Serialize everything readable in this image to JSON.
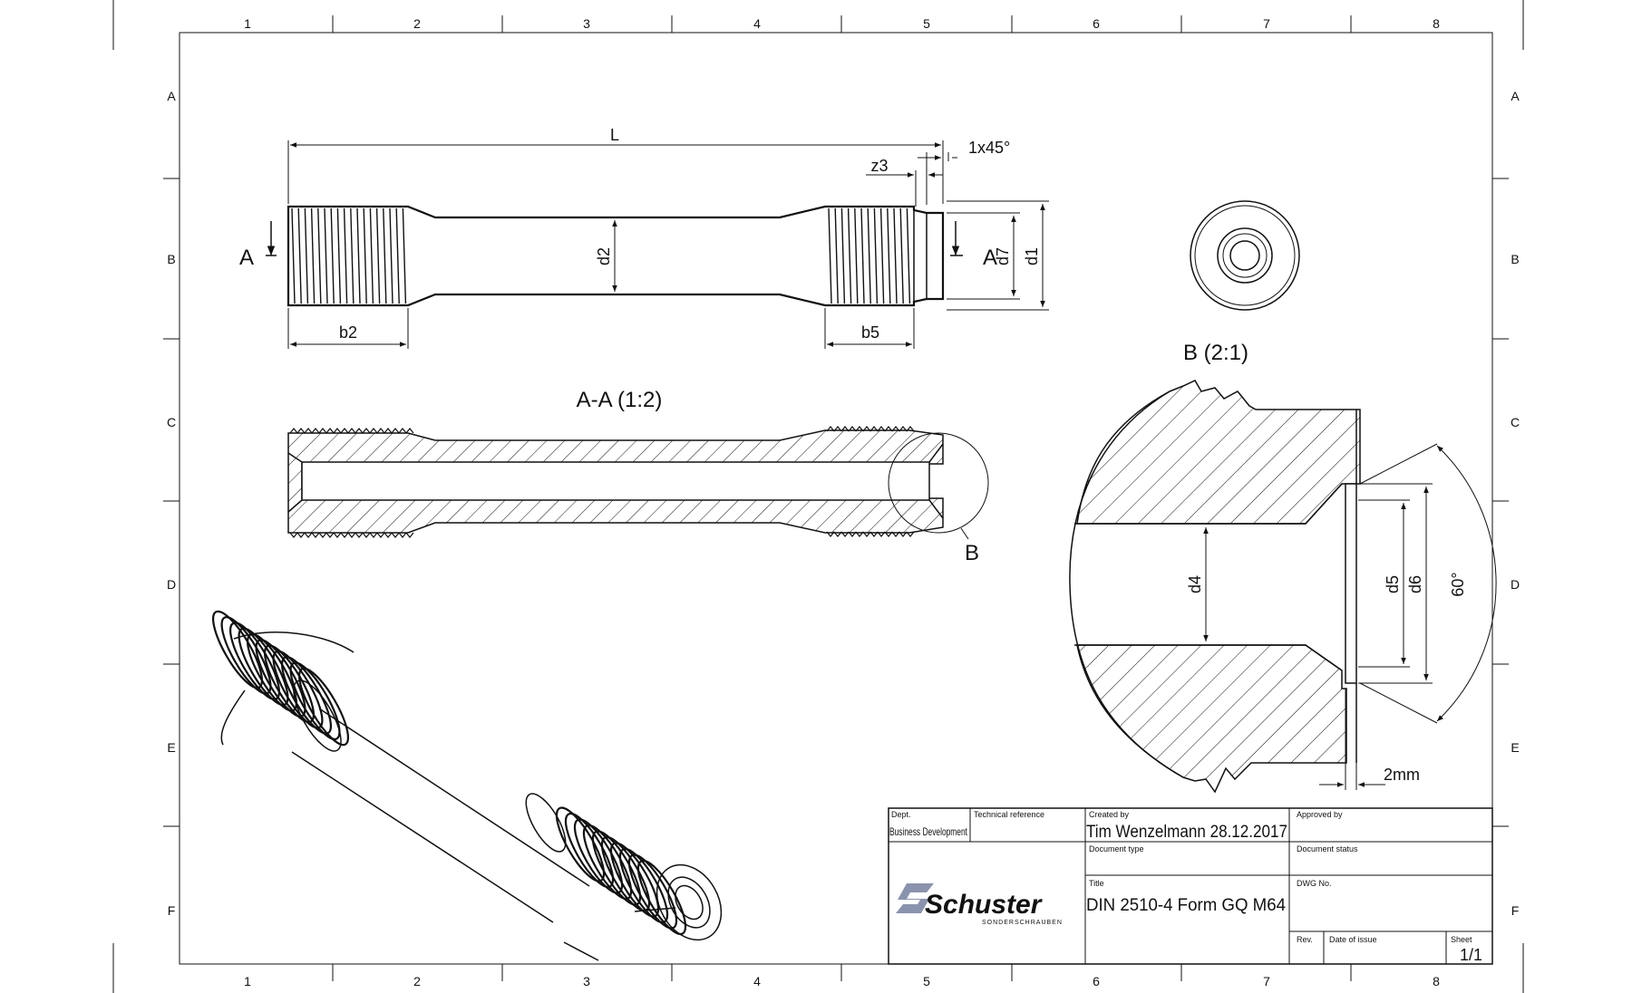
{
  "frame": {
    "columns": [
      "1",
      "2",
      "3",
      "4",
      "5",
      "6",
      "7",
      "8"
    ],
    "rows": [
      "A",
      "B",
      "C",
      "D",
      "E",
      "F"
    ]
  },
  "views": {
    "section_cut_left": "A",
    "section_cut_right": "A",
    "section_title": "A-A (1:2)",
    "detail_marker": "B",
    "detail_title": "B (2:1)"
  },
  "dimensions": {
    "overall_length": "L",
    "chamfer": "1x45°",
    "z3": "z3",
    "d2": "d2",
    "d7": "d7",
    "d1": "d1",
    "b2": "b2",
    "b5": "b5",
    "d4": "d4",
    "d5": "d5",
    "d6": "d6",
    "angle": "60°",
    "gap": "2mm"
  },
  "title_block": {
    "dept_label": "Dept.",
    "dept_value": "Business Development",
    "techref_label": "Technical reference",
    "created_label": "Created by",
    "created_value": "Tim Wenzelmann 28.12.2017",
    "approved_label": "Approved by",
    "doctype_label": "Document type",
    "docstatus_label": "Document status",
    "title_label": "Title",
    "title_value": "DIN 2510-4 Form GQ  M64",
    "dwg_label": "DWG No.",
    "rev_label": "Rev.",
    "date_label": "Date of issue",
    "sheet_label": "Sheet",
    "sheet_value": "1/1",
    "logo_text": "Schuster",
    "logo_sub": "SONDERSCHRAUBEN",
    "logo_color": "#4a5a8c"
  }
}
